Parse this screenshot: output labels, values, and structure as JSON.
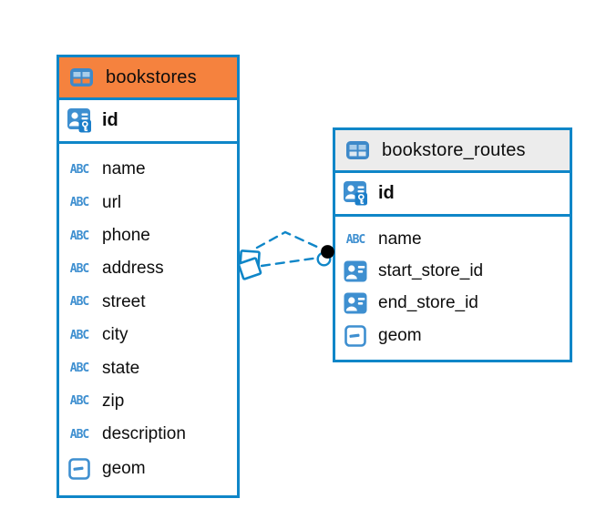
{
  "diagram": {
    "kind": "entity-relationship",
    "background": "#ffffff"
  },
  "colors": {
    "accent_blue": "#0f86c8",
    "icon_blue": "#3e8fd0",
    "icon_blue_dark": "#1b7ec9",
    "icon_cell_light_blue": "#a9cdea",
    "bookstores_header": "#f5823e",
    "routes_header": "#ececec",
    "text": "#0d0d0d",
    "relationship_dot": "#000000"
  },
  "icons": {
    "text_type_label": "ABC"
  },
  "tables": [
    {
      "name": "bookstores",
      "header_style": "orange",
      "primary_key": "id",
      "columns": [
        {
          "name": "name",
          "type": "text"
        },
        {
          "name": "url",
          "type": "text"
        },
        {
          "name": "phone",
          "type": "text"
        },
        {
          "name": "address",
          "type": "text"
        },
        {
          "name": "street",
          "type": "text"
        },
        {
          "name": "city",
          "type": "text"
        },
        {
          "name": "state",
          "type": "text"
        },
        {
          "name": "zip",
          "type": "text"
        },
        {
          "name": "description",
          "type": "text"
        },
        {
          "name": "geom",
          "type": "geometry"
        }
      ]
    },
    {
      "name": "bookstore_routes",
      "header_style": "gray",
      "primary_key": "id",
      "columns": [
        {
          "name": "name",
          "type": "text"
        },
        {
          "name": "start_store_id",
          "type": "reference"
        },
        {
          "name": "end_store_id",
          "type": "reference"
        },
        {
          "name": "geom",
          "type": "geometry"
        }
      ]
    }
  ],
  "relationship": {
    "from_table": "bookstores",
    "to_table": "bookstore_routes",
    "line_style": "dashed",
    "line_count": 2,
    "source_marker": "stacked-squares",
    "target_marker": "filled-dot-over-circle"
  }
}
